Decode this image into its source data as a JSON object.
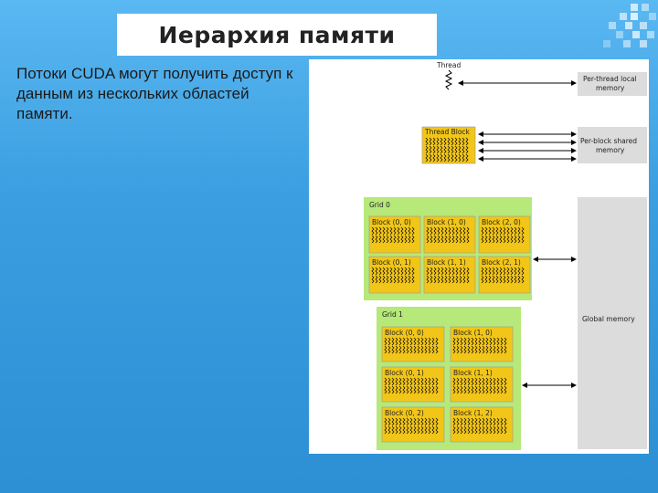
{
  "slide": {
    "title": "Иерархия памяти",
    "body": "Потоки CUDA могут получить доступ к данным из нескольких областей памяти."
  },
  "diagram": {
    "thread_label": "Thread",
    "local_memory": "Per-thread local memory",
    "thread_block_label": "Thread Block",
    "shared_memory": "Per-block shared memory",
    "global_memory": "Global memory",
    "grid0": {
      "label": "Grid 0",
      "blocks": [
        "Block (0, 0)",
        "Block (1, 0)",
        "Block (2, 0)",
        "Block (0, 1)",
        "Block (1, 1)",
        "Block (2, 1)"
      ]
    },
    "grid1": {
      "label": "Grid 1",
      "blocks": [
        "Block (0, 0)",
        "Block (1, 0)",
        "Block (0, 1)",
        "Block (1, 1)",
        "Block (0, 2)",
        "Block (1, 2)"
      ]
    }
  },
  "colors": {
    "background": "#3a9ee0",
    "grid_fill": "#b6e87a",
    "block_fill": "#f2c618",
    "memory_fill": "#dcdcdc"
  }
}
